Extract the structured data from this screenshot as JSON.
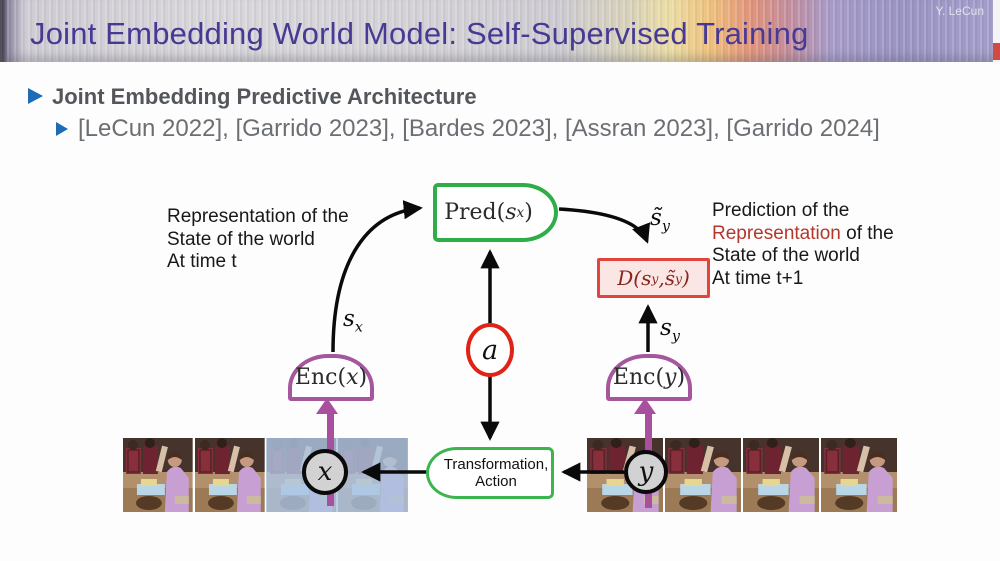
{
  "slide": {
    "credit": "Y. LeCun",
    "title": "Joint Embedding World Model: Self-Supervised Training",
    "bullet1": "Joint Embedding Predictive Architecture",
    "bullet2": "[LeCun 2022], [Garrido 2023], [Bardes 2023], [Assran 2023], [Garrido 2024]"
  },
  "diagram": {
    "left_note": {
      "line1": "Representation of the",
      "line2": "State of the world",
      "line3": "At time t"
    },
    "right_note": {
      "line1": "Prediction of the",
      "line2_red": "Representation",
      "line2_rest": " of the",
      "line3": "State of the world",
      "line4": "At time t+1"
    },
    "pred_box": {
      "prefix": "Pred(",
      "var": "s",
      "sub": "x",
      "suffix": ")"
    },
    "d_box": {
      "prefix": "D(",
      "v1": "s",
      "sub1": "y",
      "comma": ", ",
      "v2": "s̃",
      "sub2": "y",
      "suffix": ")"
    },
    "enc_x": {
      "prefix": "Enc(",
      "var": "x",
      "suffix": ")"
    },
    "enc_y": {
      "prefix": "Enc(",
      "var": "y",
      "suffix": ")"
    },
    "s_x": {
      "var": "s",
      "sub": "x"
    },
    "s_y": {
      "var": "s",
      "sub": "y"
    },
    "s_tilde_y": {
      "var": "s̃",
      "sub": "y"
    },
    "action_circle": "a",
    "x_circle": "x",
    "y_circle": "y",
    "transform_box": {
      "line1": "Transformation,",
      "line2": "Action"
    }
  },
  "colors": {
    "title": "#473a93",
    "bullet_marker": "#1e6cb5",
    "green_box": "#2fad49",
    "red_box_border": "#e2453c",
    "red_box_fill": "#fae7e5",
    "purple_box": "#a4579d",
    "magenta_arrow": "#a8509e",
    "action_circle_red": "#df2317",
    "mask_overlay_blue": "#aac0e2",
    "representation_red": "#b5372c"
  }
}
